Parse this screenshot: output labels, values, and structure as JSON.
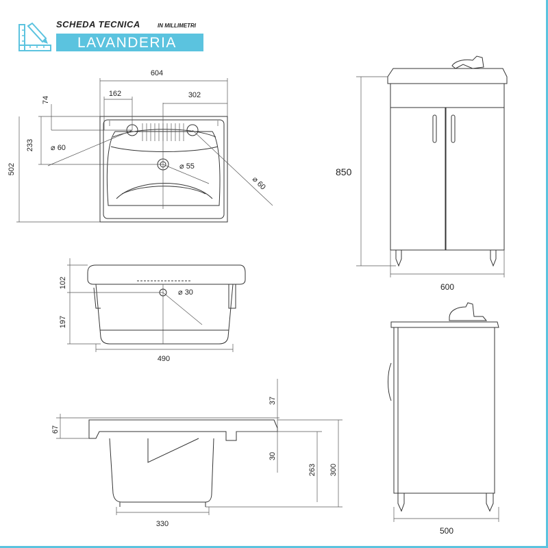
{
  "header": {
    "title": "SCHEDA TECNICA",
    "units": "IN MILLIMETRI",
    "banner": "LAVANDERIA"
  },
  "colors": {
    "accent": "#5bc3df",
    "line": "#333333"
  },
  "icons": {
    "header": "ruler-pencil-icon"
  },
  "views": {
    "top": {
      "width": "604",
      "left_offset": "162",
      "right_offset": "302",
      "top_offset": "74",
      "hole_height": "233",
      "depth": "502",
      "hole_left": "60",
      "drain": "55",
      "hole_right": "60"
    },
    "front": {
      "rim": "102",
      "basin": "197",
      "width": "490",
      "overflow": "30"
    },
    "section": {
      "rim_depth": "37",
      "rim": "67",
      "overflow": "30",
      "inner_depth": "263",
      "total_depth": "300",
      "bottom_width": "330"
    },
    "cabinet_front": {
      "height": "850",
      "width": "600"
    },
    "cabinet_side": {
      "depth": "500"
    }
  }
}
